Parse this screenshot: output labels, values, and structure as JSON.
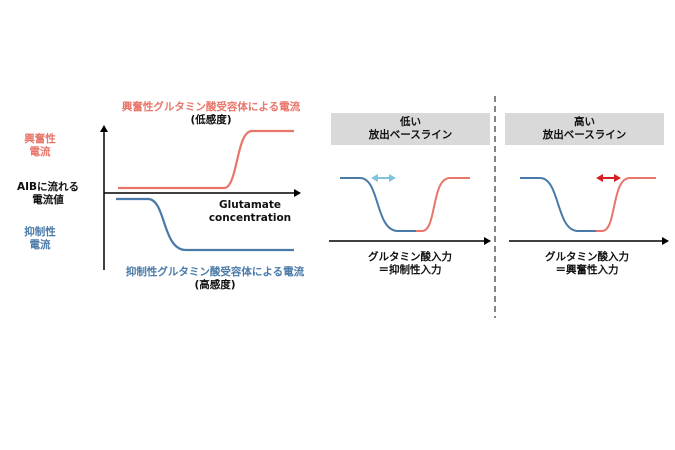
{
  "left_panel": {
    "excitatory_side_label": [
      "興奮性",
      "電流"
    ],
    "aib_current_label": [
      "AIBに流れる",
      "電流値"
    ],
    "inhibitory_side_label": [
      "抑制性",
      "電流"
    ],
    "excitatory_curve_label": "興奮性グルタミン酸受容体による電流",
    "excitatory_sensitivity": "(低感度)",
    "inhibitory_curve_label": "抑制性グルタミン酸受容体による電流",
    "inhibitory_sensitivity": "(高感度)",
    "x_axis_label": [
      "Glutamate",
      "concentration"
    ]
  },
  "low_panel": {
    "banner": [
      "低い",
      "放出ベースライン"
    ],
    "caption": [
      "グルタミン酸入力",
      "＝抑制性入力"
    ]
  },
  "high_panel": {
    "banner": [
      "高い",
      "放出ベースライン"
    ],
    "caption": [
      "グルタミン酸入力",
      "＝興奮性入力"
    ]
  },
  "colors": {
    "excitatory": "#e8766a",
    "inhibitory": "#4a7aa8",
    "low_arrow": "#7cc4e0",
    "high_arrow": "#d42020",
    "banner_bg": "#d9d9d9"
  }
}
